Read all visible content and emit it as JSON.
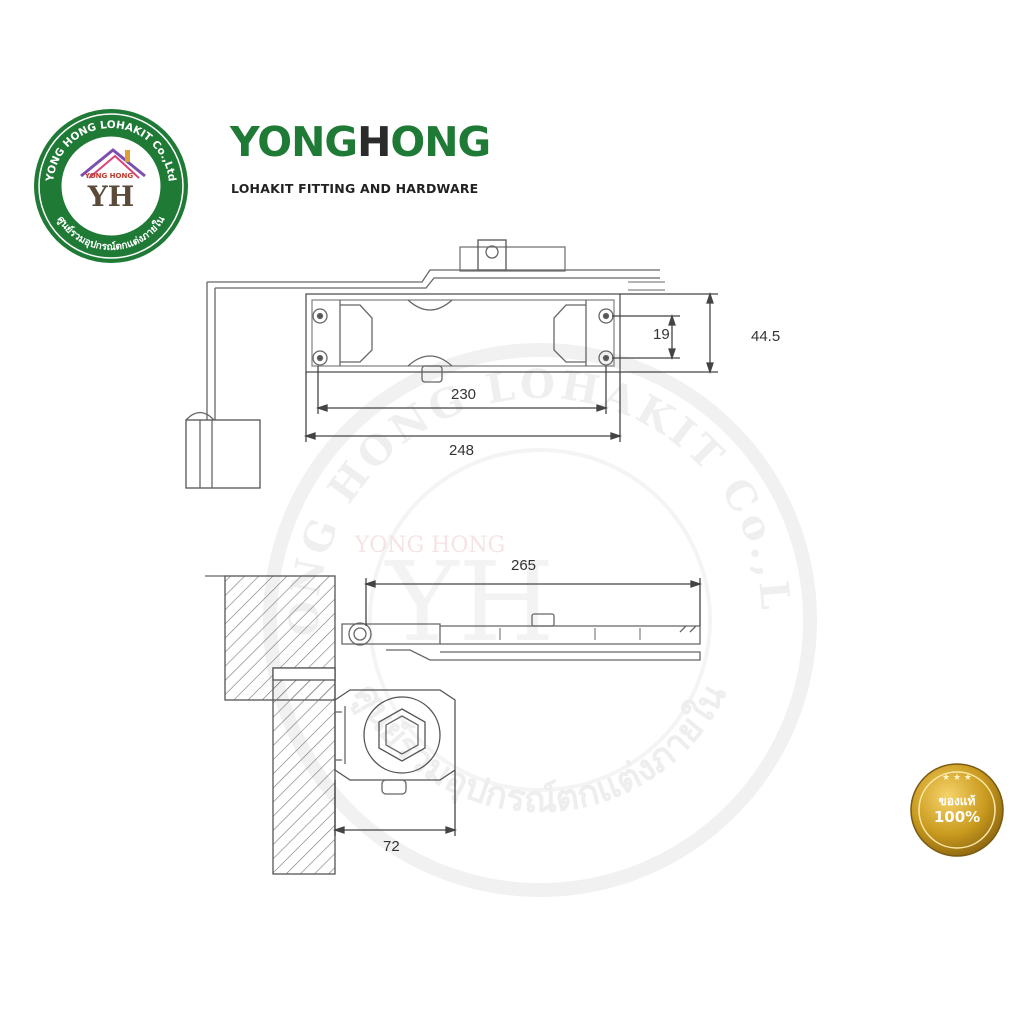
{
  "brand": {
    "name_part1": "YONG",
    "name_part2": "H",
    "name_part3": "ONG",
    "tagline": "LOHAKIT FITTING AND HARDWARE",
    "seal_top": "YONG HONG LOHAKIT Co.,Ltd",
    "seal_bottom": "ศูนย์รวมอุปกรณ์ตกแต่งภายใน",
    "seal_monogram": "YH",
    "seal_monogram_small": "YONG HONG",
    "color_green": "#1f7a36",
    "color_text": "#2b2b2b"
  },
  "watermark": {
    "top_text": "YONG HONG LOHAKIT Co.,Ltd",
    "bottom_text": "ศูนย์รวมอุปกรณ์ตกแต่งภายใน",
    "monogram": "YH",
    "monogram_small": "YONG HONG"
  },
  "dimensions": {
    "d_230": "230",
    "d_248": "248",
    "d_19": "19",
    "d_44_5": "44.5",
    "d_265": "265",
    "d_72": "72"
  },
  "badge": {
    "line1": "ของแท้",
    "line2": "100%",
    "color_gold": "#c99a1e"
  }
}
